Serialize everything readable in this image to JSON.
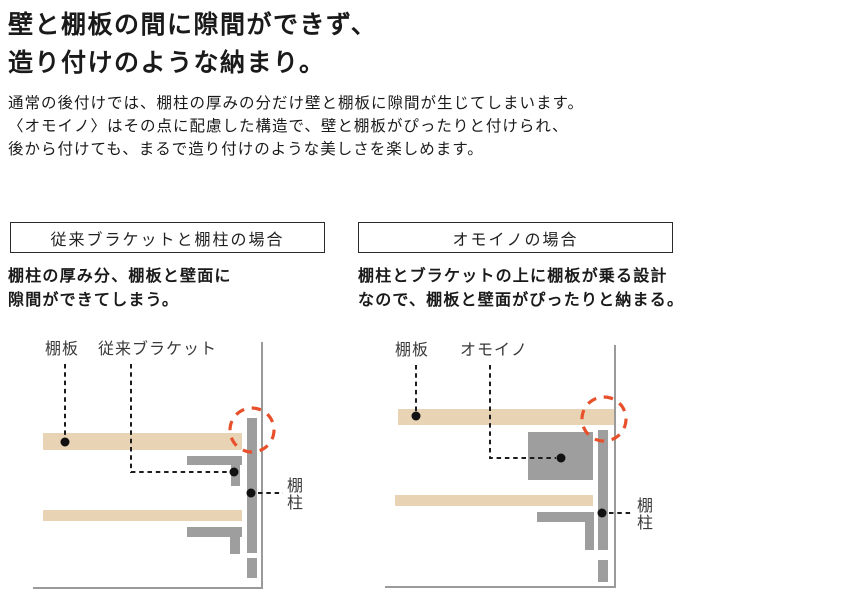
{
  "page": {
    "title_lines": [
      "壁と棚板の間に隙間ができず、",
      "造り付けのような納まり。"
    ],
    "intro_lines": [
      "通常の後付けでは、棚柱の厚みの分だけ壁と棚板に隙間が生じてしまいます。",
      "〈オモイノ〉はその点に配慮した構造で、壁と棚板がぴったりと付けられ、",
      "後から付けても、まるで造り付けのような美しさを楽しめます。"
    ]
  },
  "sections": {
    "conventional": {
      "box_label": "従来ブラケットと棚柱の場合",
      "description_lines": [
        "棚柱の厚み分、棚板と壁面に",
        "隙間ができてしまう。"
      ],
      "labels": {
        "shelf": "棚板",
        "bracket": "従来ブラケット",
        "post": "棚柱"
      }
    },
    "omoino": {
      "box_label": "オモイノの場合",
      "description_lines": [
        "棚柱とブラケットの上に棚板が乗る設計",
        "なので、棚板と壁面がぴったりと納まる。"
      ],
      "labels": {
        "shelf": "棚板",
        "bracket": "オモイノ",
        "post": "棚柱"
      }
    }
  },
  "colors": {
    "shelf_tan": "#e8d3b4",
    "metal_gray": "#9e9e9e",
    "wall_line": "#9a9a9a",
    "highlight_red": "#e8502c",
    "text_main": "#1a1a1a"
  }
}
